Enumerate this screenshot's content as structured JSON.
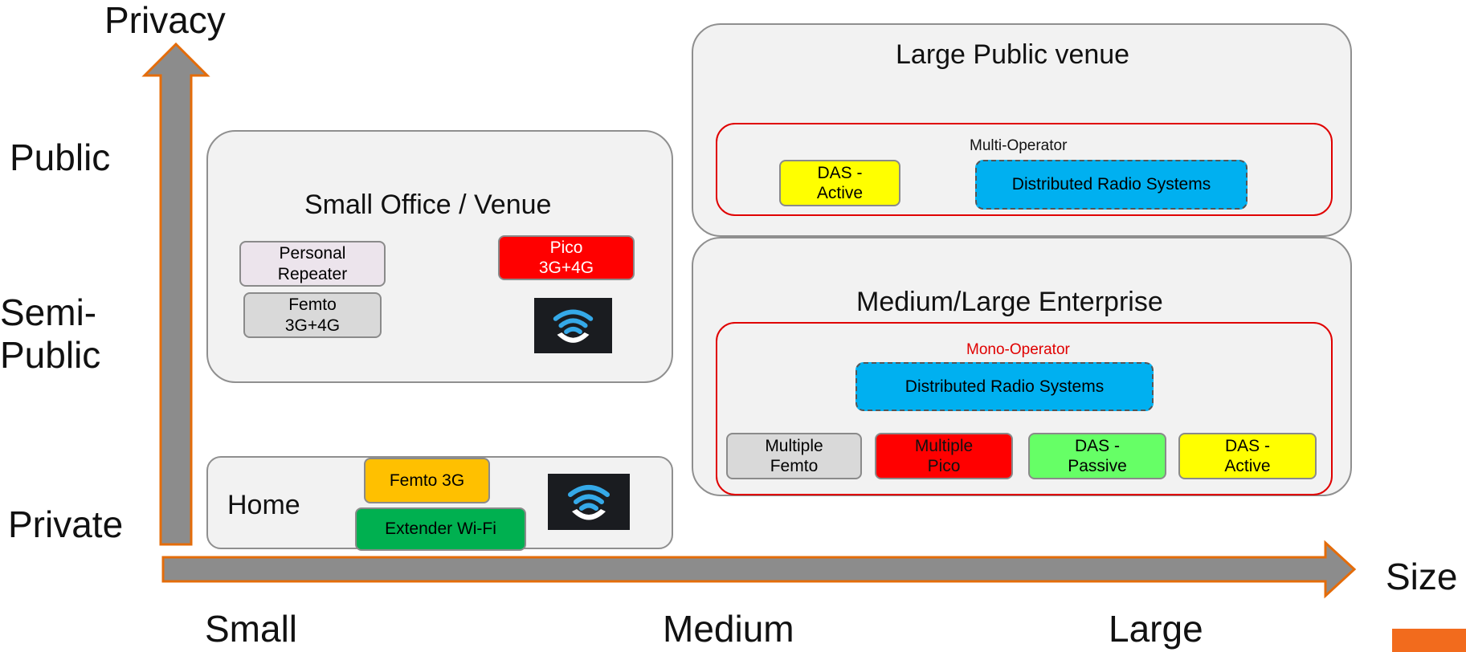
{
  "axes": {
    "y_title": "Privacy",
    "x_title": "Size",
    "y_levels": {
      "public": "Public",
      "semi_public": "Semi-\nPublic",
      "private": "Private"
    },
    "x_levels": {
      "small": "Small",
      "medium": "Medium",
      "large": "Large"
    }
  },
  "panels": {
    "home": {
      "title": "Home",
      "femto": "Femto 3G",
      "extender": "Extender Wi-Fi"
    },
    "small_office": {
      "title": "Small Office / Venue",
      "personal_repeater": "Personal\nRepeater",
      "femto": "Femto\n3G+4G",
      "pico": "Pico\n3G+4G"
    },
    "large_public": {
      "title": "Large Public venue",
      "frame_label": "Multi-Operator",
      "das_active": "DAS -\nActive",
      "drs": "Distributed Radio Systems"
    },
    "enterprise": {
      "title": "Medium/Large Enterprise",
      "frame_label": "Mono-Operator",
      "drs": "Distributed Radio Systems",
      "multiple_femto": "Multiple\nFemto",
      "multiple_pico": "Multiple\nPico",
      "das_passive": "DAS -\nPassive",
      "das_active": "DAS -\nActive"
    }
  },
  "colors": {
    "axis_fill": "#8c8c8c",
    "axis_outline": "#e46c0a",
    "femto_grey": "#d9d9d9",
    "repeater": "#ece4ec",
    "pico_red": "#ff0000",
    "femto_orange": "#ffc000",
    "extender_green": "#00b050",
    "drs_blue": "#00b0f0",
    "das_yellow": "#ffff00",
    "das_green": "#66ff66",
    "frame_red": "#e00000",
    "corner_accent": "#f26b1d"
  }
}
